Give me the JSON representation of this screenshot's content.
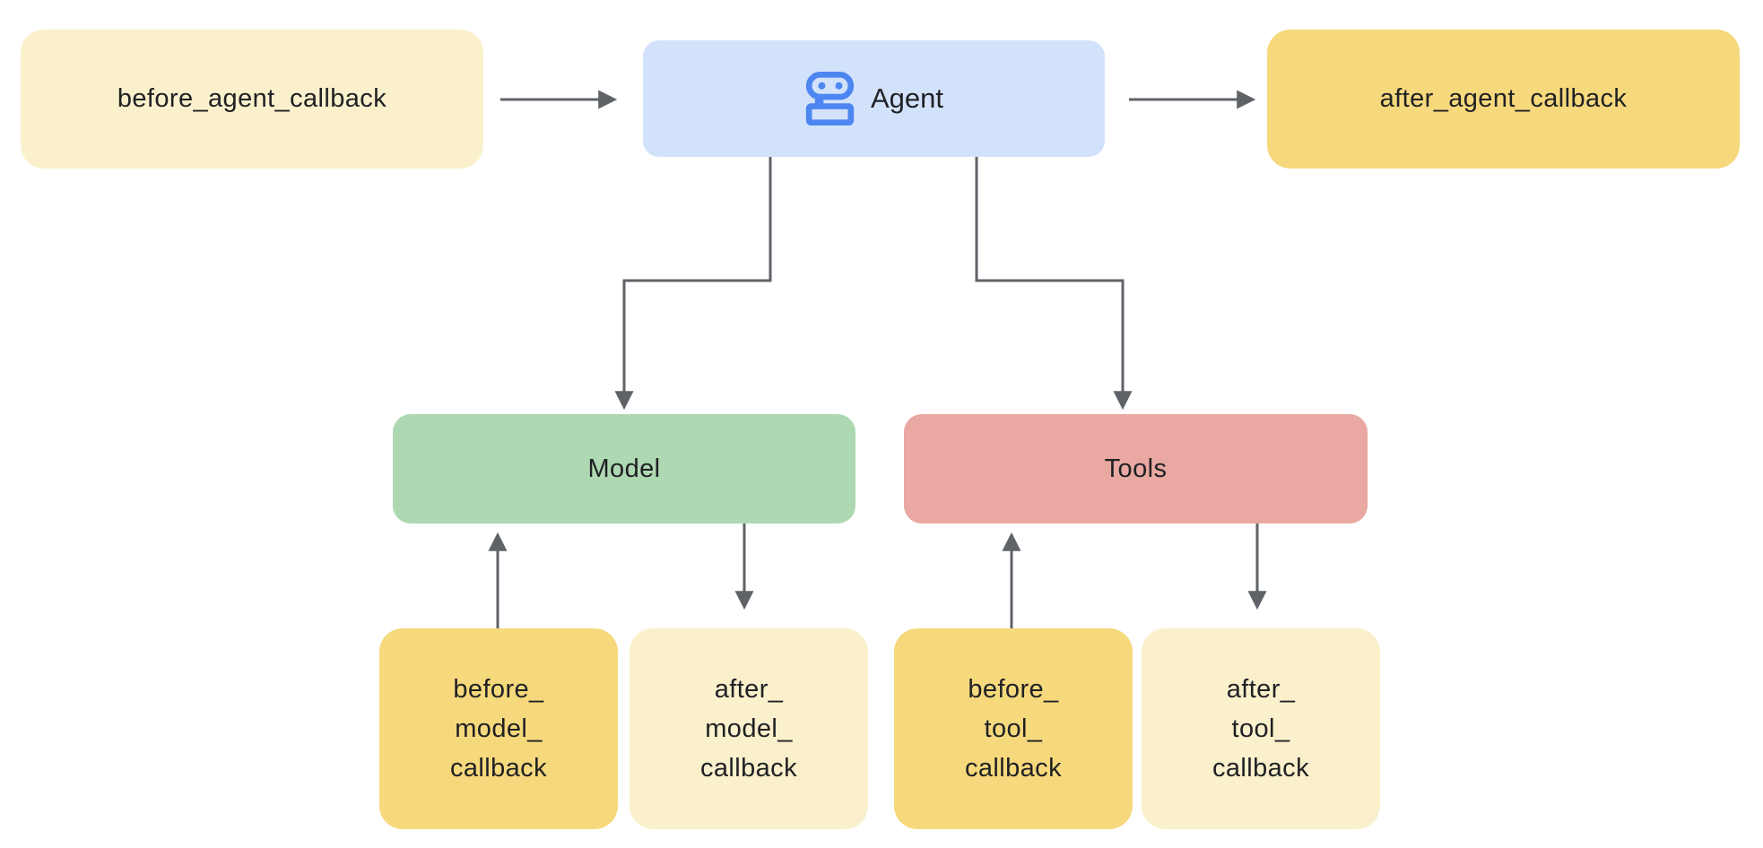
{
  "diagram": {
    "background": "#ffffff",
    "text_color": "#202124",
    "arrow_color": "#5f6368",
    "nodes": {
      "before_agent": {
        "label": "before_agent_callback",
        "fill": "#faf0cc"
      },
      "agent": {
        "label": "Agent",
        "fill": "#d3e2fb",
        "icon": "robot-icon",
        "icon_color": "#4d86f1"
      },
      "after_agent": {
        "label": "after_agent_callback",
        "fill": "#f6d97c"
      },
      "model": {
        "label": "Model",
        "fill": "#aed8b1"
      },
      "tools": {
        "label": "Tools",
        "fill": "#e9a8a1"
      },
      "before_model": {
        "lines": [
          "before_",
          "model_",
          "callback"
        ],
        "fill": "#f6d97c"
      },
      "after_model": {
        "lines": [
          "after_",
          "model_",
          "callback"
        ],
        "fill": "#faf0cc"
      },
      "before_tool": {
        "lines": [
          "before_",
          "tool_",
          "callback"
        ],
        "fill": "#f6d97c"
      },
      "after_tool": {
        "lines": [
          "after_",
          "tool_",
          "callback"
        ],
        "fill": "#faf0cc"
      }
    },
    "edges": [
      {
        "from": "before_agent_callback",
        "to": "Agent"
      },
      {
        "from": "Agent",
        "to": "after_agent_callback"
      },
      {
        "from": "Agent",
        "to": "Model"
      },
      {
        "from": "Agent",
        "to": "Tools"
      },
      {
        "from": "before_model_callback",
        "to": "Model"
      },
      {
        "from": "Model",
        "to": "after_model_callback"
      },
      {
        "from": "before_tool_callback",
        "to": "Tools"
      },
      {
        "from": "Tools",
        "to": "after_tool_callback"
      }
    ]
  }
}
